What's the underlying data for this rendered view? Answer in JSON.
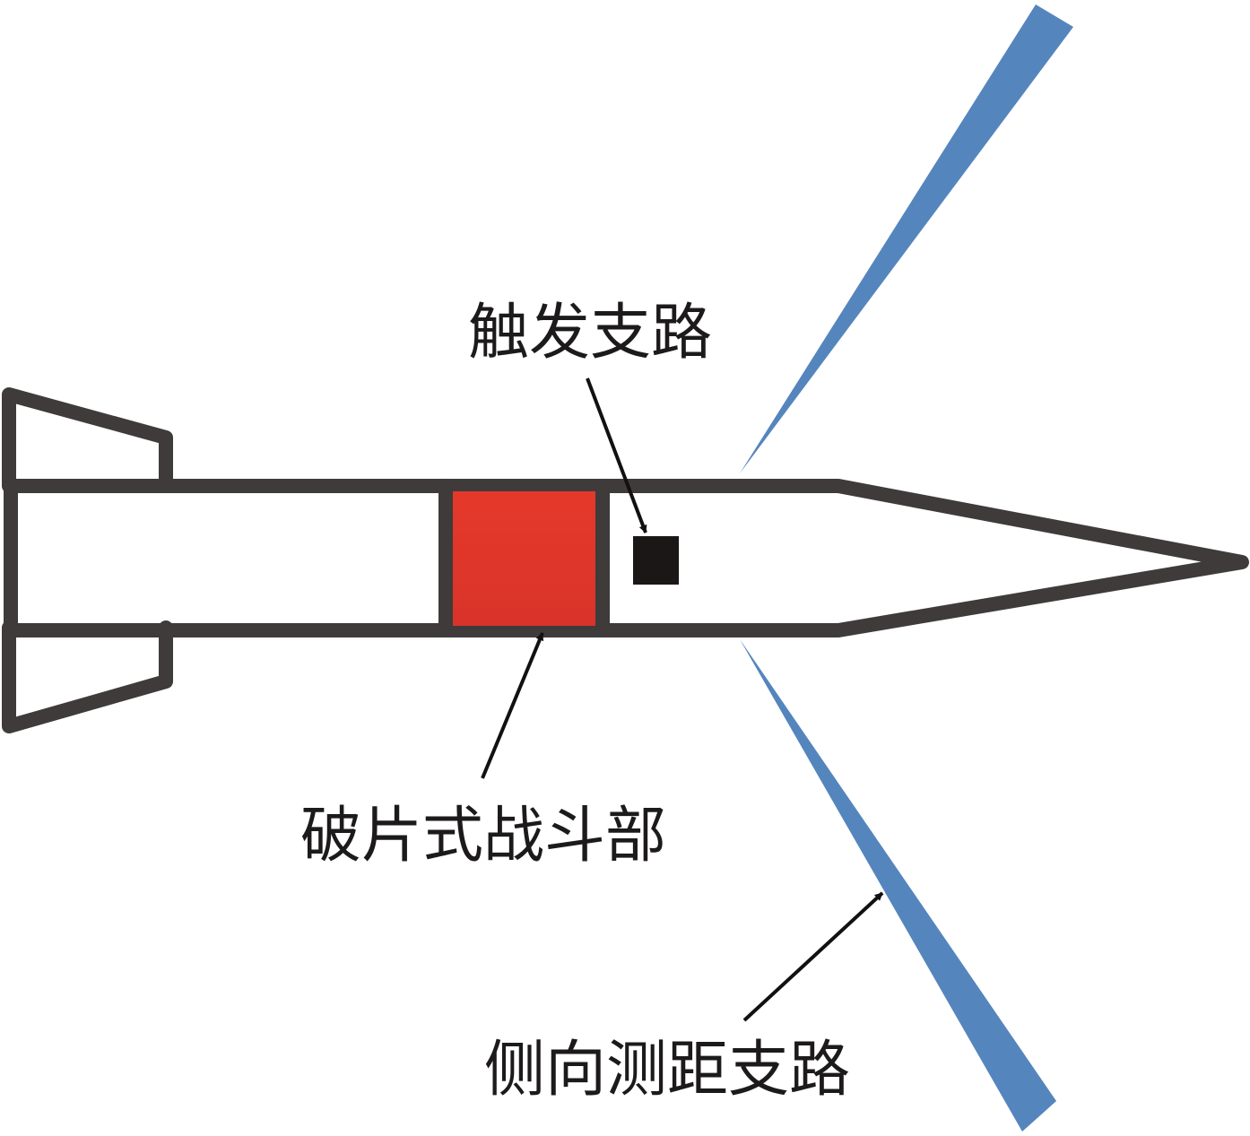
{
  "labels": {
    "trigger_branch": "触发支路",
    "fragment_warhead": "破片式战斗部",
    "side_ranging_branch": "侧向测距支路"
  },
  "colors": {
    "body_outline": "#3f3b3a",
    "warhead_fill": "#d9342a",
    "warhead_fill_top": "#e5382b",
    "sensor_fill": "#1a1716",
    "beam_fill": "#5585bd",
    "arrow": "#111111",
    "background": "#ffffff"
  }
}
